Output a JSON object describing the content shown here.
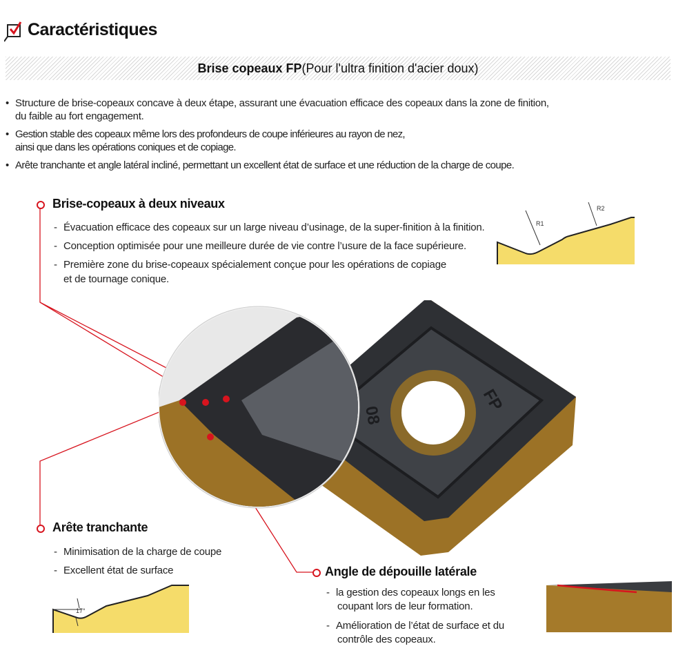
{
  "header": {
    "title": "Caractéristiques",
    "icon": "checkbox-icon"
  },
  "banner": {
    "title_bold": "Brise copeaux FP",
    "title_rest": "(Pour l'ultra finition d'acier doux)"
  },
  "bullets": [
    {
      "line1": "Structure de brise-copeaux concave à deux étape, assurant une évacuation efficace des copeaux dans la zone de finition,",
      "line2": "du faible au fort engagement."
    },
    {
      "line1": "Gestion stable des copeaux même lors des profondeurs de coupe inférieures au rayon de nez,",
      "line2": "ainsi que dans les opérations coniques et de copiage."
    },
    {
      "line1": "Arête tranchante et angle latéral incliné, permettant un excellent état de surface et une réduction de la charge de coupe."
    }
  ],
  "sections": {
    "chipbreaker": {
      "heading": "Brise-copeaux à deux niveaux",
      "items": [
        "Évacuation efficace des copeaux sur un large niveau d’usinage, de la super-finition à la finition.",
        "Conception optimisée pour une meilleure durée de vie contre l’usure de la face supérieure.",
        "Première zone du brise-copeaux spécialement conçue pour les opérations de copiage",
        "et de tournage conique."
      ],
      "diagram": {
        "r1": "R1",
        "r2": "R2"
      }
    },
    "edge": {
      "heading": "Arête tranchante",
      "items": [
        "Minimisation de la charge de coupe",
        "Excellent état de surface"
      ],
      "diagram": {
        "angle": "17°"
      }
    },
    "clearance": {
      "heading": "Angle de dépouille latérale",
      "items": [
        "la gestion des copeaux longs en les",
        "coupant lors de leur formation.",
        "Amélioration de l’état de surface et du",
        "contrôle des copeaux."
      ]
    }
  },
  "insert": {
    "marking_left": "08",
    "marking_right": "FP"
  },
  "colors": {
    "accent": "#d7141e",
    "profile": "#f5dc6a",
    "carbide": "#2e3034",
    "coating": "#a57a2a"
  }
}
